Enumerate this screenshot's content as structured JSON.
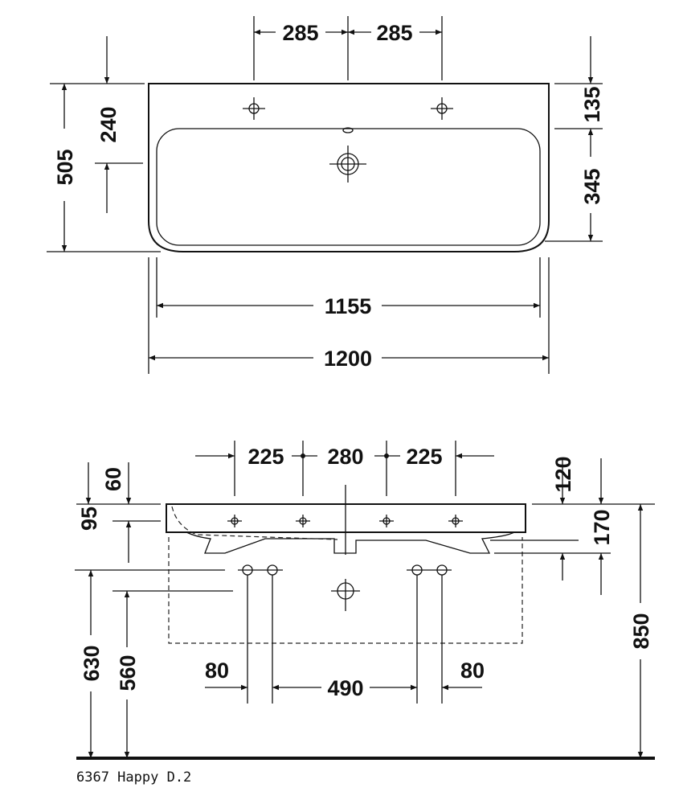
{
  "top_view": {
    "tap_spacing_left": "285",
    "tap_spacing_right": "285",
    "tap_to_drain_depth": "240",
    "overall_depth": "505",
    "rear_to_bowl": "135",
    "bowl_depth": "345",
    "bowl_width": "1155",
    "overall_width": "1200"
  },
  "front_view": {
    "left_outer": "225",
    "center": "280",
    "right_outer": "225",
    "rim_top": "120",
    "left_60": "60",
    "left_95": "95",
    "height_170": "170",
    "mount_height": "850",
    "supply_height": "630",
    "waste_height": "560",
    "left_80": "80",
    "supply_span": "490",
    "right_80": "80"
  },
  "caption": "6367 Happy D.2"
}
